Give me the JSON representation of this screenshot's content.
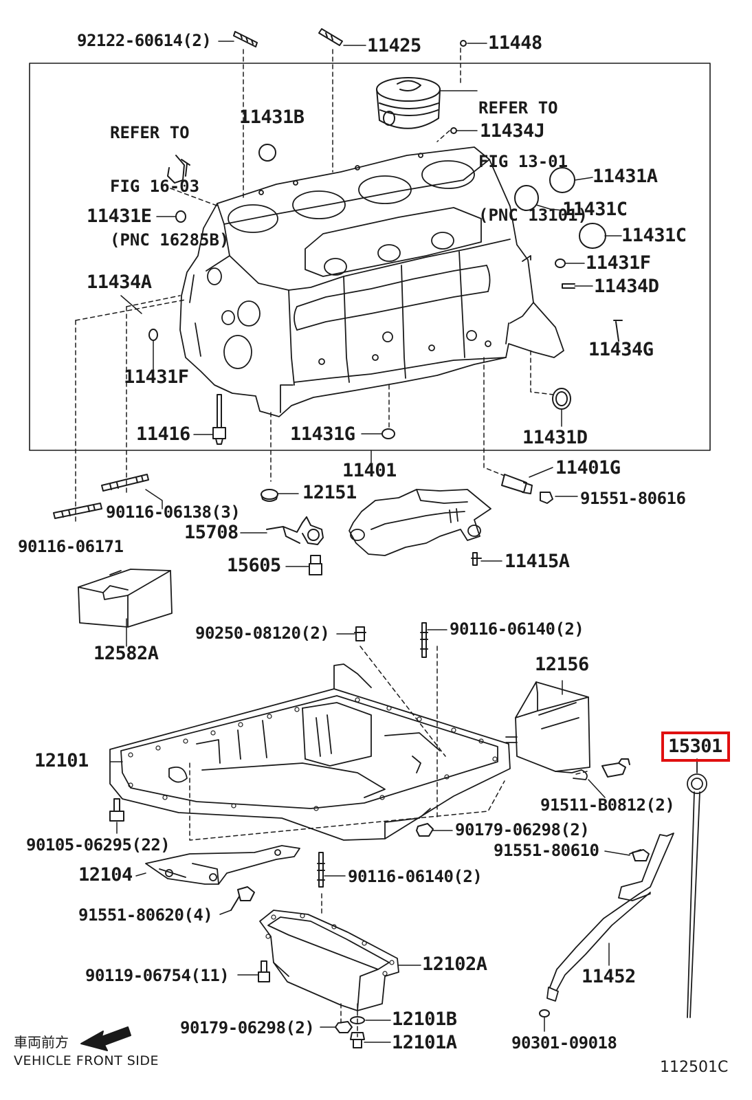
{
  "refers": [
    {
      "id": "refer-fig-16-03",
      "lines": [
        "REFER TO",
        "FIG 16-03",
        "(PNC 16285B)"
      ]
    },
    {
      "id": "refer-fig-13-01",
      "lines": [
        "REFER TO",
        "FIG 13-01",
        "(PNC 13101)"
      ]
    }
  ],
  "parts": [
    {
      "id": "p-92122-60614",
      "text": "92122-60614(2)"
    },
    {
      "id": "p-11425",
      "text": "11425"
    },
    {
      "id": "p-11448",
      "text": "11448"
    },
    {
      "id": "p-11431b",
      "text": "11431B"
    },
    {
      "id": "p-11434j",
      "text": "11434J"
    },
    {
      "id": "p-11431a",
      "text": "11431A"
    },
    {
      "id": "p-11431c-1",
      "text": "11431C"
    },
    {
      "id": "p-11431c-2",
      "text": "11431C"
    },
    {
      "id": "p-11431e",
      "text": "11431E"
    },
    {
      "id": "p-11431f-r",
      "text": "11431F"
    },
    {
      "id": "p-11434d",
      "text": "11434D"
    },
    {
      "id": "p-11434a",
      "text": "11434A"
    },
    {
      "id": "p-11434g",
      "text": "11434G"
    },
    {
      "id": "p-11431f-l",
      "text": "11431F"
    },
    {
      "id": "p-11416",
      "text": "11416"
    },
    {
      "id": "p-11431g",
      "text": "11431G"
    },
    {
      "id": "p-11431d",
      "text": "11431D"
    },
    {
      "id": "p-11401",
      "text": "11401"
    },
    {
      "id": "p-11401g",
      "text": "11401G"
    },
    {
      "id": "p-12151",
      "text": "12151"
    },
    {
      "id": "p-91551-80616",
      "text": "91551-80616"
    },
    {
      "id": "p-90116-06138",
      "text": "90116-06138(3)"
    },
    {
      "id": "p-15708",
      "text": "15708"
    },
    {
      "id": "p-90116-06171",
      "text": "90116-06171"
    },
    {
      "id": "p-15605",
      "text": "15605"
    },
    {
      "id": "p-11415a",
      "text": "11415A"
    },
    {
      "id": "p-12582a",
      "text": "12582A"
    },
    {
      "id": "p-90250-08120",
      "text": "90250-08120(2)"
    },
    {
      "id": "p-90116-06140-a",
      "text": "90116-06140(2)"
    },
    {
      "id": "p-12156",
      "text": "12156"
    },
    {
      "id": "p-12101",
      "text": "12101"
    },
    {
      "id": "p-91511-b0812",
      "text": "91511-B0812(2)"
    },
    {
      "id": "p-90105-06295",
      "text": "90105-06295(22)"
    },
    {
      "id": "p-90179-06298-a",
      "text": "90179-06298(2)"
    },
    {
      "id": "p-91551-80610",
      "text": "91551-80610"
    },
    {
      "id": "p-12104",
      "text": "12104"
    },
    {
      "id": "p-90116-06140-b",
      "text": "90116-06140(2)"
    },
    {
      "id": "p-91551-80620",
      "text": "91551-80620(4)"
    },
    {
      "id": "p-12102a",
      "text": "12102A"
    },
    {
      "id": "p-90119-06754",
      "text": "90119-06754(11)"
    },
    {
      "id": "p-11452",
      "text": "11452"
    },
    {
      "id": "p-12101b",
      "text": "12101B"
    },
    {
      "id": "p-90179-06298-b",
      "text": "90179-06298(2)"
    },
    {
      "id": "p-12101a",
      "text": "12101A"
    },
    {
      "id": "p-90301-09018",
      "text": "90301-09018"
    }
  ],
  "highlight": {
    "text": "15301",
    "color": "#e01010"
  },
  "front": {
    "jp": "車両前方",
    "en": "VEHICLE FRONT SIDE"
  },
  "figure_number": "112501C"
}
